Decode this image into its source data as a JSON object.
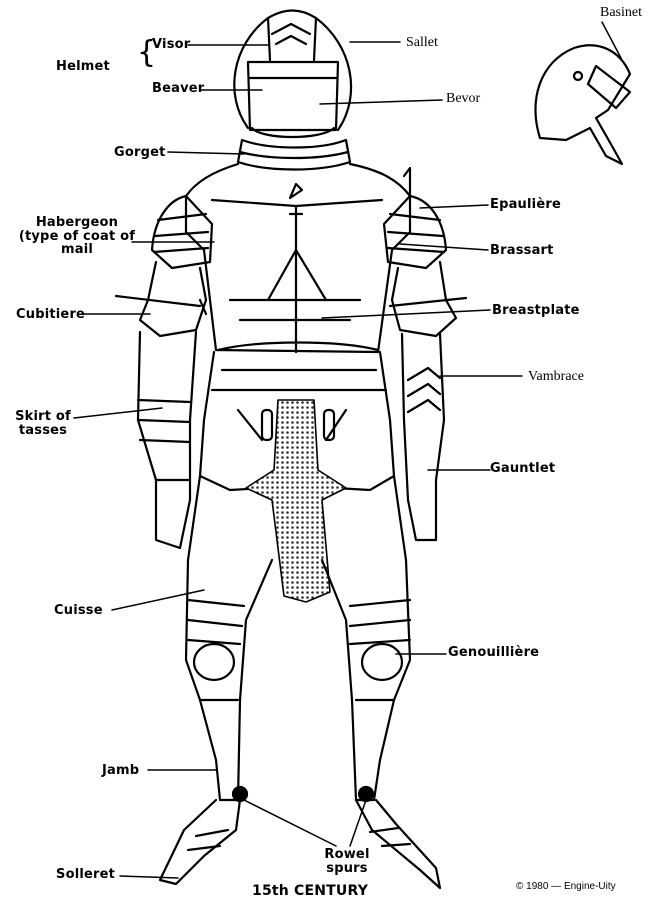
{
  "title": "15th CENTURY",
  "copyright": "© 1980 — Engine-Uity",
  "labels": {
    "helmet": "Helmet",
    "visor": "Visor",
    "beaver": "Beaver",
    "sallet": "Sallet",
    "bevor": "Bevor",
    "basinet": "Basinet",
    "gorget": "Gorget",
    "habergeon": "Habergeon (type of coat of mail",
    "epauliere": "Epaulière",
    "brassart": "Brassart",
    "cubitiere": "Cubitiere",
    "breastplate": "Breastplate",
    "vambrace": "Vambrace",
    "skirt_of_tasses": "Skirt of tasses",
    "gauntlet": "Gauntlet",
    "cuisse": "Cuisse",
    "genouilliere": "Genouillière",
    "jamb": "Jamb",
    "rowel_spurs": "Rowel spurs",
    "solleret": "Solleret"
  },
  "colors": {
    "ink": "#000000",
    "paper": "#ffffff",
    "mail": "#3a3a3a"
  }
}
